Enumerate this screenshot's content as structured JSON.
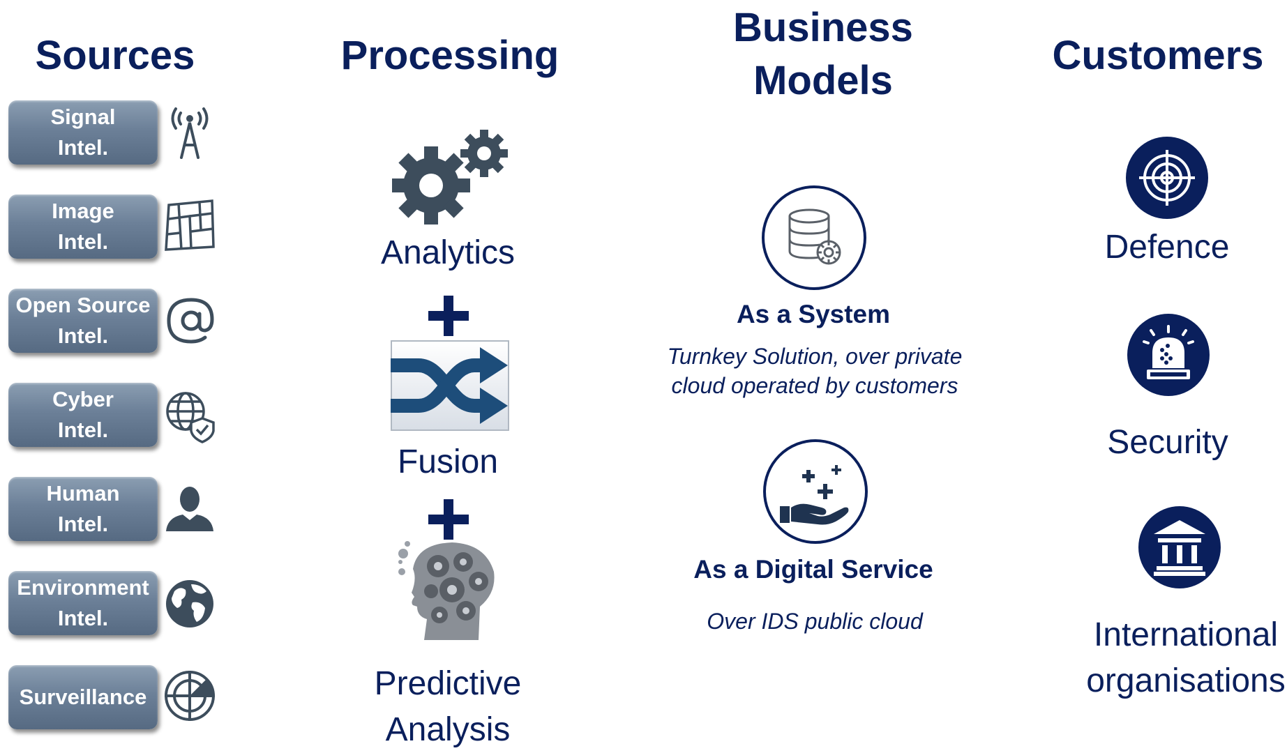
{
  "columns": {
    "sources": "Sources",
    "processing": "Processing",
    "business_models_line1": "Business",
    "business_models_line2": "Models",
    "customers": "Customers"
  },
  "sources": [
    {
      "line1": "Signal",
      "line2": "Intel.",
      "icon": "antenna-icon"
    },
    {
      "line1": "Image",
      "line2": "Intel.",
      "icon": "map-icon"
    },
    {
      "line1": "Open Source",
      "line2": "Intel.",
      "icon": "at-sign-icon"
    },
    {
      "line1": "Cyber",
      "line2": "Intel.",
      "icon": "globe-shield-icon"
    },
    {
      "line1": "Human",
      "line2": "Intel.",
      "icon": "person-icon"
    },
    {
      "line1": "Environment",
      "line2": "Intel.",
      "icon": "earth-icon"
    },
    {
      "line1": "Surveillance",
      "line2": "",
      "icon": "radar-icon"
    }
  ],
  "processing": {
    "analytics": "Analytics",
    "fusion": "Fusion",
    "predictive_line1": "Predictive",
    "predictive_line2": "Analysis"
  },
  "business_models": {
    "system_title": "As a System",
    "system_desc_line1": "Turnkey Solution, over private",
    "system_desc_line2": "cloud operated by customers",
    "service_title": "As a Digital Service",
    "service_desc": "Over IDS public cloud"
  },
  "customers": {
    "defence": "Defence",
    "security": "Security",
    "intl_line1": "International",
    "intl_line2": "organisations"
  },
  "colors": {
    "navy": "#0a1f5c",
    "button_gray": "#6c8098",
    "icon_gray": "#3d4d5c"
  }
}
